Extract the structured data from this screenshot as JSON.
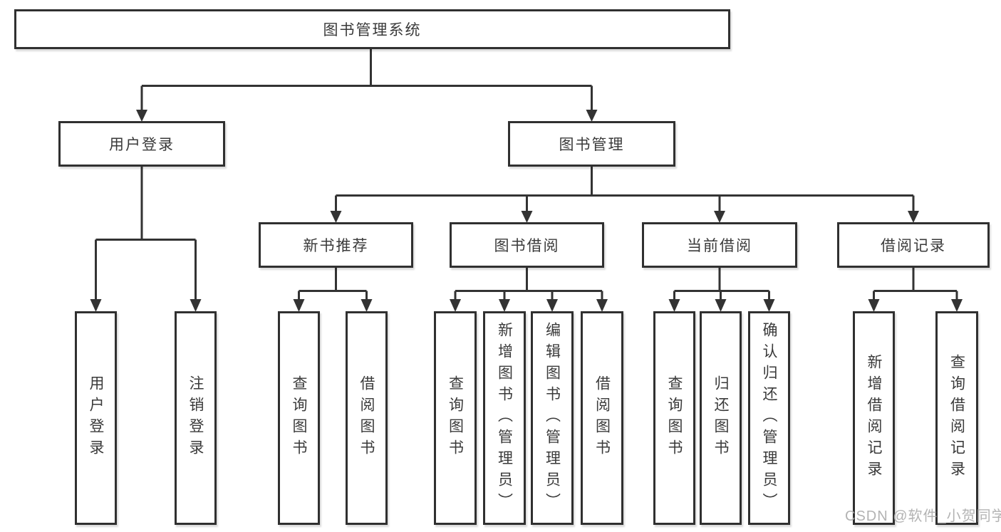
{
  "tree": {
    "root": {
      "label": "图书管理系统",
      "children": [
        {
          "label": "用户登录",
          "children": [
            {
              "label": "用户登录"
            },
            {
              "label": "注销登录"
            }
          ]
        },
        {
          "label": "图书管理",
          "children": [
            {
              "label": "新书推荐",
              "children": [
                {
                  "label": "查询图书"
                },
                {
                  "label": "借阅图书"
                }
              ]
            },
            {
              "label": "图书借阅",
              "children": [
                {
                  "label": "查询图书"
                },
                {
                  "label": "新增图书（管理员）"
                },
                {
                  "label": "编辑图书（管理员）"
                },
                {
                  "label": "借阅图书"
                }
              ]
            },
            {
              "label": "当前借阅",
              "children": [
                {
                  "label": "查询图书"
                },
                {
                  "label": "归还图书"
                },
                {
                  "label": "确认归还（管理员）"
                }
              ]
            },
            {
              "label": "借阅记录",
              "children": [
                {
                  "label": "新增借阅记录"
                },
                {
                  "label": "查询借阅记录"
                }
              ]
            }
          ]
        }
      ]
    }
  },
  "watermark": {
    "text": "CSDN @软件_小贺同学"
  },
  "colors": {
    "line": "#333333",
    "border": "#303030",
    "text": "#3a3a3a",
    "watermark": "#acacac",
    "background": "#ffffff"
  }
}
